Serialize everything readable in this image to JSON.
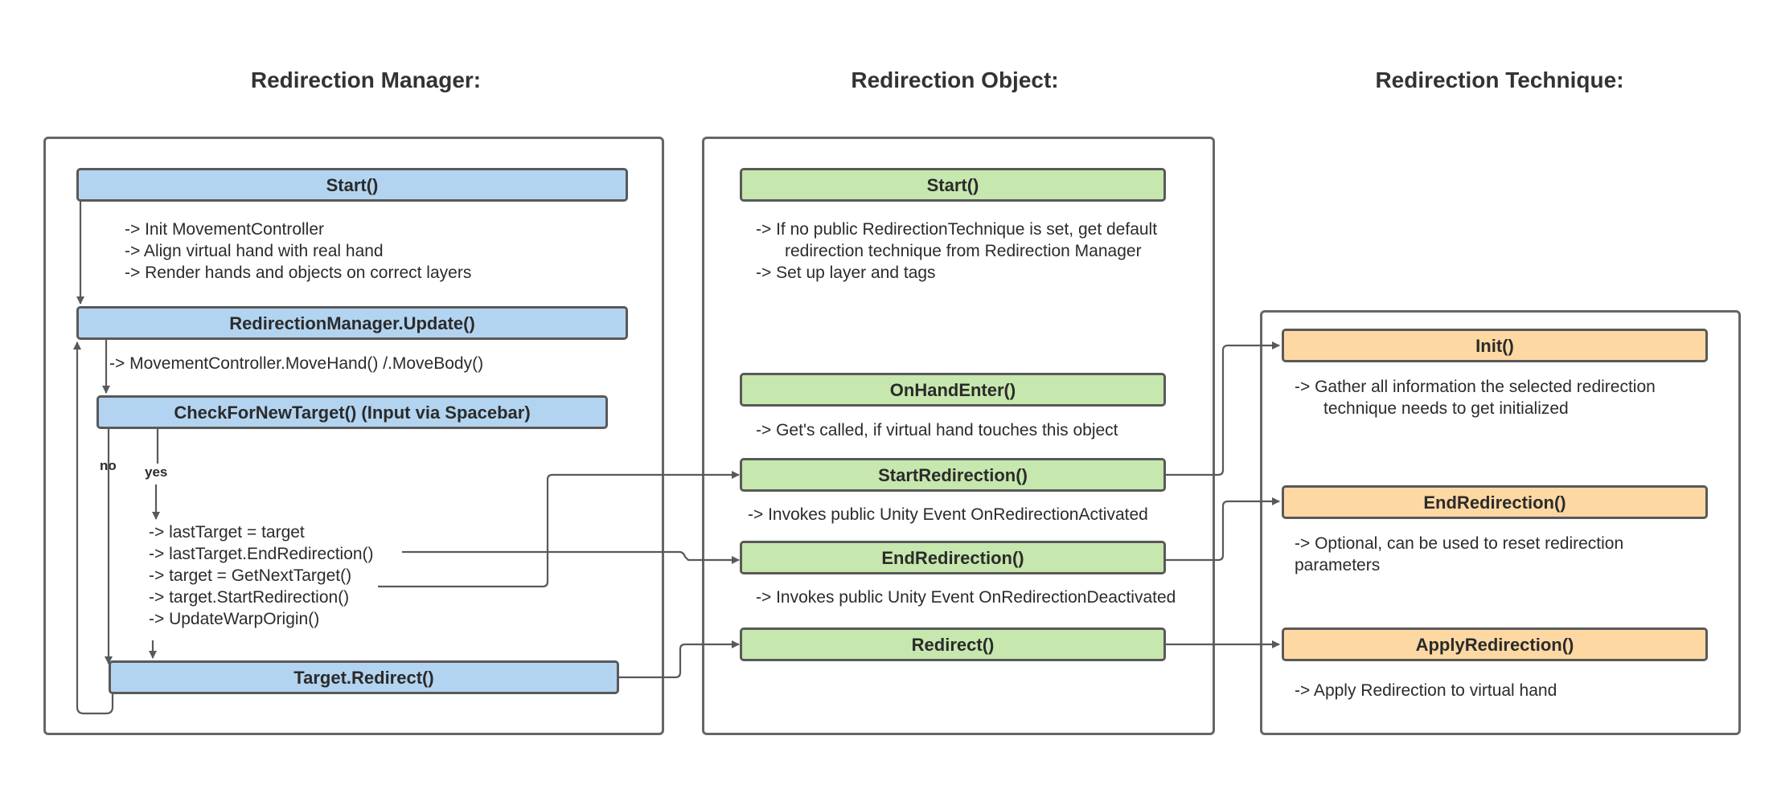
{
  "columns": {
    "manager": "Redirection Manager:",
    "object": "Redirection Object:",
    "technique": "Redirection Technique:"
  },
  "manager": {
    "start": "Start()",
    "start_notes": [
      "-> Init MovementController",
      "-> Align virtual hand with real hand",
      "-> Render hands and objects on correct layers"
    ],
    "update": "RedirectionManager.Update()",
    "update_note": "-> MovementController.MoveHand() /.MoveBody()",
    "check": "CheckForNewTarget() (Input via Spacebar)",
    "no_label": "no",
    "yes_label": "yes",
    "steps": [
      "-> lastTarget = target",
      "-> lastTarget.EndRedirection()",
      "-> target = GetNextTarget()",
      "-> target.StartRedirection()",
      "-> UpdateWarpOrigin()"
    ],
    "redirect": "Target.Redirect()"
  },
  "object": {
    "start": "Start()",
    "start_notes": [
      "-> If no public RedirectionTechnique is set, get default",
      "redirection technique from Redirection Manager",
      "-> Set up layer and tags"
    ],
    "on_hand_enter": "OnHandEnter()",
    "on_hand_enter_note": "-> Get's called, if virtual hand touches this object",
    "start_redirection": "StartRedirection()",
    "start_redirection_note": "-> Invokes public Unity Event OnRedirectionActivated",
    "end_redirection": "EndRedirection()",
    "end_redirection_note": "-> Invokes public Unity Event OnRedirectionDeactivated",
    "redirect": "Redirect()"
  },
  "technique": {
    "init": "Init()",
    "init_notes": [
      "-> Gather all information the selected redirection",
      "technique needs to get initialized"
    ],
    "end_redirection": "EndRedirection()",
    "end_redirection_notes": [
      "-> Optional, can be used to reset redirection",
      "parameters"
    ],
    "apply_redirection": "ApplyRedirection()",
    "apply_redirection_note": "-> Apply Redirection to virtual hand"
  },
  "colors": {
    "manager": "#b3d4f0",
    "object": "#c6e7ad",
    "technique": "#fdd8a3",
    "line": "#595959"
  }
}
